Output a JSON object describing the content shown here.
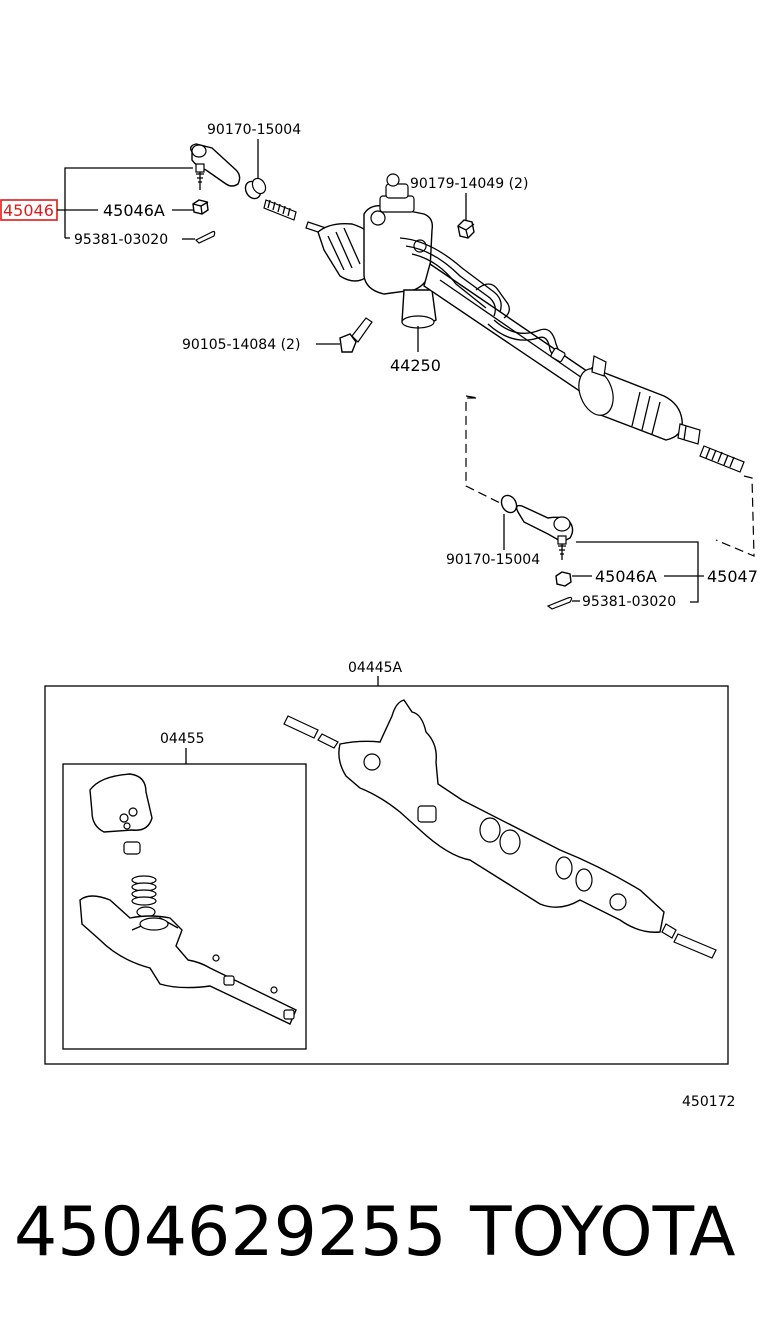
{
  "labels": {
    "highlight_part": "45046",
    "tie_rod_end_left": "45046A",
    "cotter_pin_left": "95381-03020",
    "nut_left": "90170-15004",
    "hose_union": "90179-14049 (2)",
    "mount_bolt": "90105-14084 (2)",
    "rack_assembly": "44250",
    "nut_right": "90170-15004",
    "tie_rod_end_right": "45046A",
    "tie_rod_end_right_assy": "45047",
    "cotter_pin_right": "95381-03020",
    "gear_housing_kit": "04445A",
    "gasket_kit": "04455",
    "diagram_id": "450172"
  },
  "footer": {
    "part_number": "4504629255",
    "brand": "TOYOTA"
  },
  "colors": {
    "highlight": "#e01b1b",
    "line": "#000000",
    "background": "#ffffff"
  }
}
